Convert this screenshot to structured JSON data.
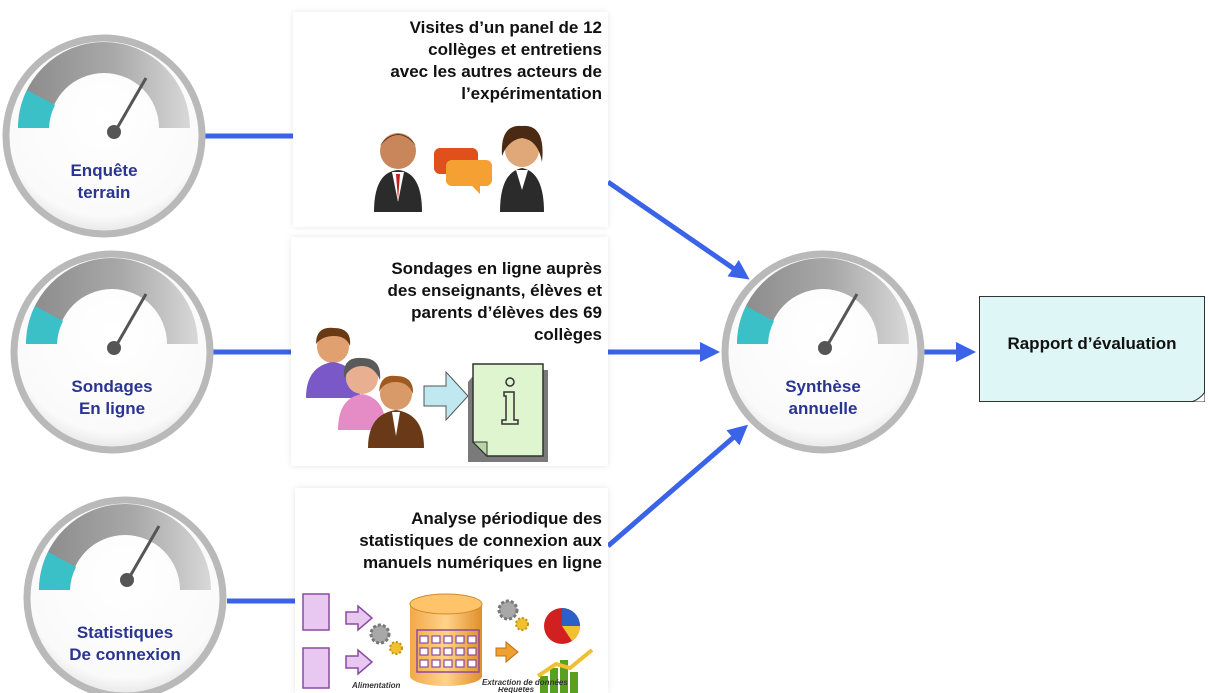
{
  "sources": [
    {
      "label_lines": [
        "Enquête",
        "terrain"
      ],
      "description_lines": [
        "Visites d’un panel de 12",
        "collèges et entretiens",
        "avec les autres acteurs de",
        "l’expérimentation"
      ],
      "icon": "people-talking-icon"
    },
    {
      "label_lines": [
        "Sondages",
        "En ligne"
      ],
      "description_lines": [
        "Sondages en ligne auprès",
        "des enseignants, élèves et",
        "parents d’élèves des 69",
        "collèges"
      ],
      "icon": "survey-info-icon"
    },
    {
      "label_lines": [
        "Statistiques",
        "De connexion"
      ],
      "description_lines": [
        "Analyse périodique des",
        "statistiques de connexion aux",
        "manuels numériques en ligne"
      ],
      "icon": "data-pipeline-icon",
      "pipeline_labels": {
        "left": "Alimentation",
        "right_1": "Extraction de données",
        "right_2": "Requêtes"
      }
    }
  ],
  "synthesis": {
    "label_lines": [
      "Synthèse",
      "annuelle"
    ]
  },
  "report": {
    "label": "Rapport d’évaluation"
  },
  "colors": {
    "gauge_teal": "#3cc0c8",
    "gauge_gray": "#9a9a9a",
    "connector_blue": "#3a63e8",
    "label_navy": "#2a3590",
    "report_fill": "#dff6f7"
  }
}
